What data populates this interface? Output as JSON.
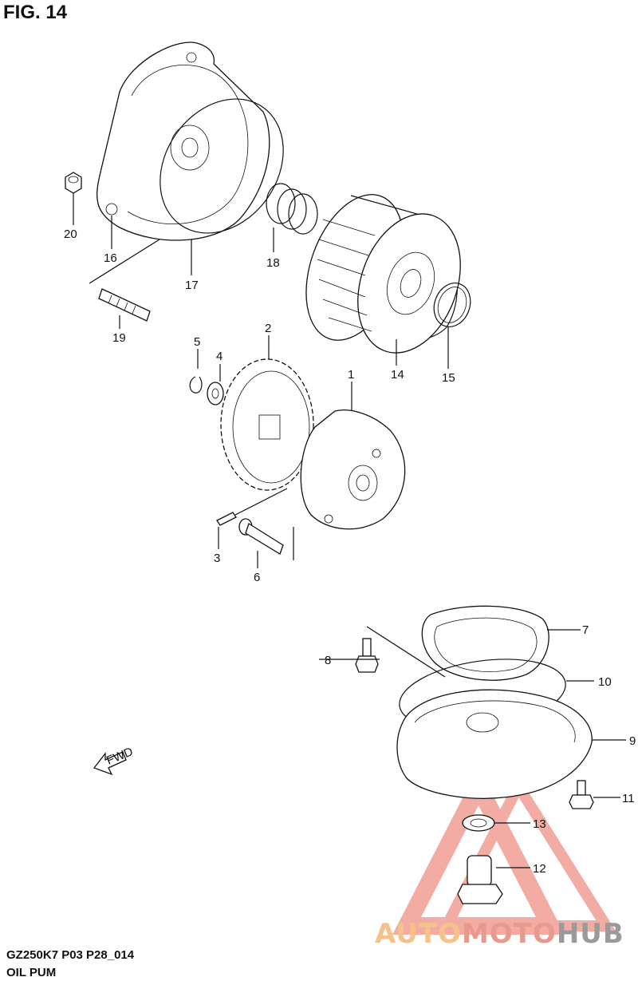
{
  "figure": {
    "title": "FIG. 14",
    "code_line_1": "GZ250K7 P03 P28_014",
    "code_line_2": "OIL PUM"
  },
  "callouts": [
    "1",
    "2",
    "3",
    "4",
    "5",
    "6",
    "7",
    "8",
    "9",
    "10",
    "11",
    "12",
    "13",
    "14",
    "15",
    "16",
    "17",
    "18",
    "19",
    "20"
  ],
  "fwd_arrow": {
    "text": "FWD"
  },
  "watermark": {
    "part_a": "AUTO",
    "part_b": "MOTO",
    "part_c": "HUB",
    "colors": [
      "#f4c28a",
      "#e89a8e",
      "#9a9a9a"
    ]
  }
}
